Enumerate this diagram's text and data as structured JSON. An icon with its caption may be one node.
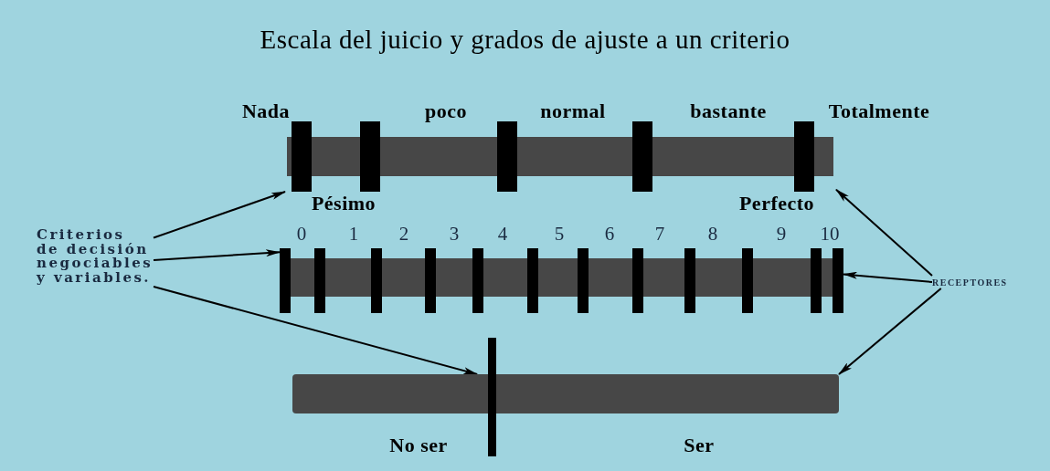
{
  "diagram": {
    "title": "Escala del juicio y grados de ajuste a un criterio",
    "nodes": [
      {
        "text": [],
        "shape": "bar"
      },
      {
        "text": [],
        "shape": "bar"
      },
      {
        "text": [],
        "shape": "bar"
      },
      {
        "text": [
          "Criterios de decisión negociables y variables."
        ]
      },
      {
        "text": [
          "RECEPTORES"
        ]
      }
    ],
    "edges": [
      {
        "from": 3,
        "to": 0,
        "arrow": "to"
      },
      {
        "from": 3,
        "to": 1,
        "arrow": "to"
      },
      {
        "from": 3,
        "to": 2,
        "arrow": "to"
      },
      {
        "from": 4,
        "to": 0,
        "arrow": "to"
      },
      {
        "from": 4,
        "to": 1,
        "arrow": "to"
      },
      {
        "from": 4,
        "to": 2,
        "arrow": "to"
      }
    ],
    "labels": [
      "Nada",
      "poco",
      "normal",
      "bastante",
      "Totalmente",
      "Pésimo",
      "Perfecto",
      "0",
      "1",
      "2",
      "3",
      "4",
      "5",
      "6",
      "7",
      "8",
      "9",
      "10",
      "No ser",
      "Ser"
    ]
  }
}
